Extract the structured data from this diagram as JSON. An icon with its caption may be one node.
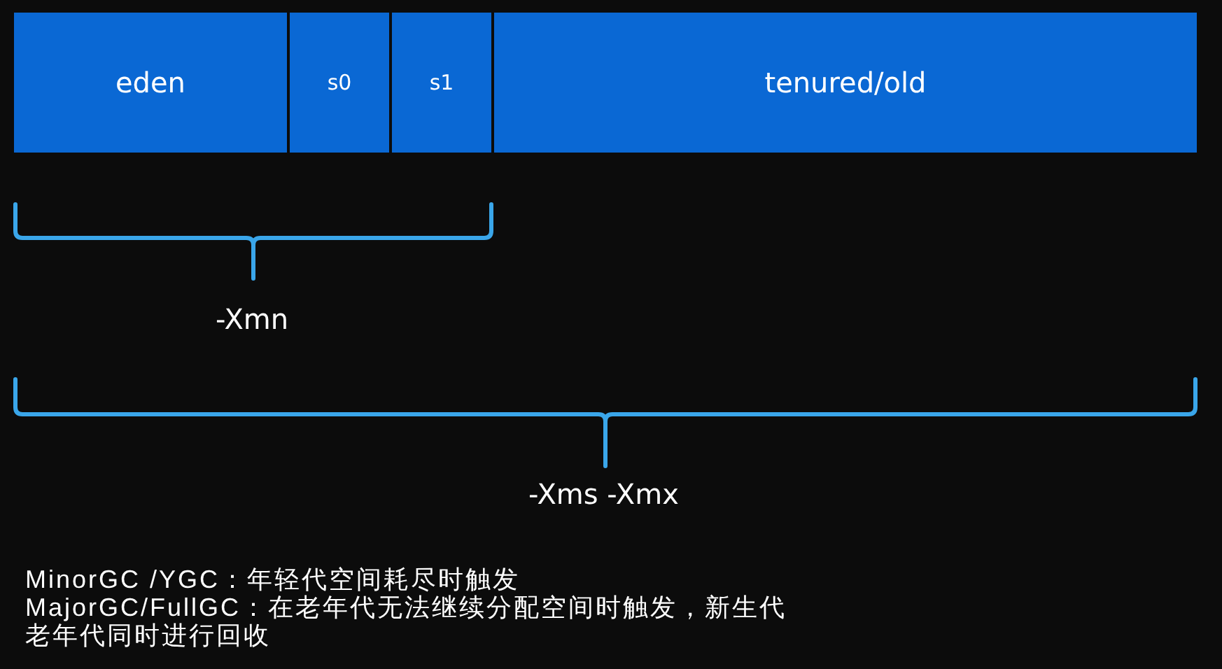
{
  "diagram": {
    "nodes": [
      {
        "text": [
          "eden"
        ]
      },
      {
        "text": [
          "s0"
        ]
      },
      {
        "text": [
          "s1"
        ]
      },
      {
        "text": [
          "tenured/old"
        ]
      }
    ],
    "labels": [
      "-Xmn",
      "-Xms -Xmx",
      "MinorGC /YGC：年轻代空间耗尽时触发",
      "MajorGC/FullGC：在老年代无法继续分配空间时触发，新生代老年代同时进行回收"
    ]
  }
}
